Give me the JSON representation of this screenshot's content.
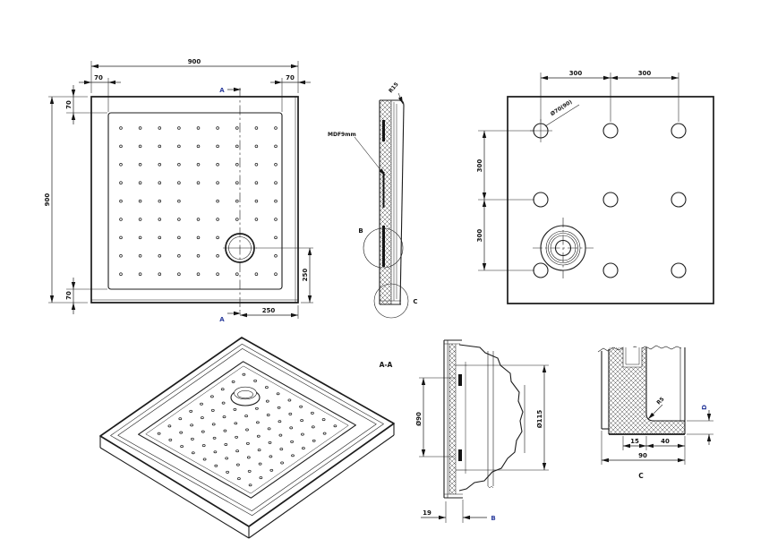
{
  "drawing": {
    "type": "technical-drawing",
    "subject": "square shower tray, multi-view CAD sheet",
    "colors": {
      "background": "#ffffff",
      "line": "#1c1c1c",
      "section_label": "#2e3f9e"
    },
    "views": {
      "top": {
        "dim_width": "900",
        "dim_height": "900",
        "rim_top_left": "70",
        "rim_top_right": "70",
        "rim_side_top": "70",
        "rim_side_bottom": "70",
        "drain_from_right": "250",
        "drain_from_bottom": "250",
        "section_label": "A"
      },
      "side": {
        "fillet_radius": "R15",
        "material": "MDF9mm",
        "detail_b": "B",
        "detail_c": "C"
      },
      "bottom": {
        "pitch_top_1": "300",
        "pitch_top_2": "300",
        "pitch_left_1": "300",
        "pitch_left_2": "300",
        "hole_diameter": "Ø70(90)"
      },
      "section_aa": {
        "title": "A-A",
        "drain_inner_diameter": "Ø90",
        "drain_outer_diameter": "Ø115",
        "wall_thickness": "19",
        "detail_b_label": "B"
      },
      "detail_c": {
        "title": "C",
        "dim_inset": "15",
        "dim_foot_width": "40",
        "dim_overall": "90",
        "foot_height": "D",
        "corner_radius": "R5"
      }
    }
  }
}
